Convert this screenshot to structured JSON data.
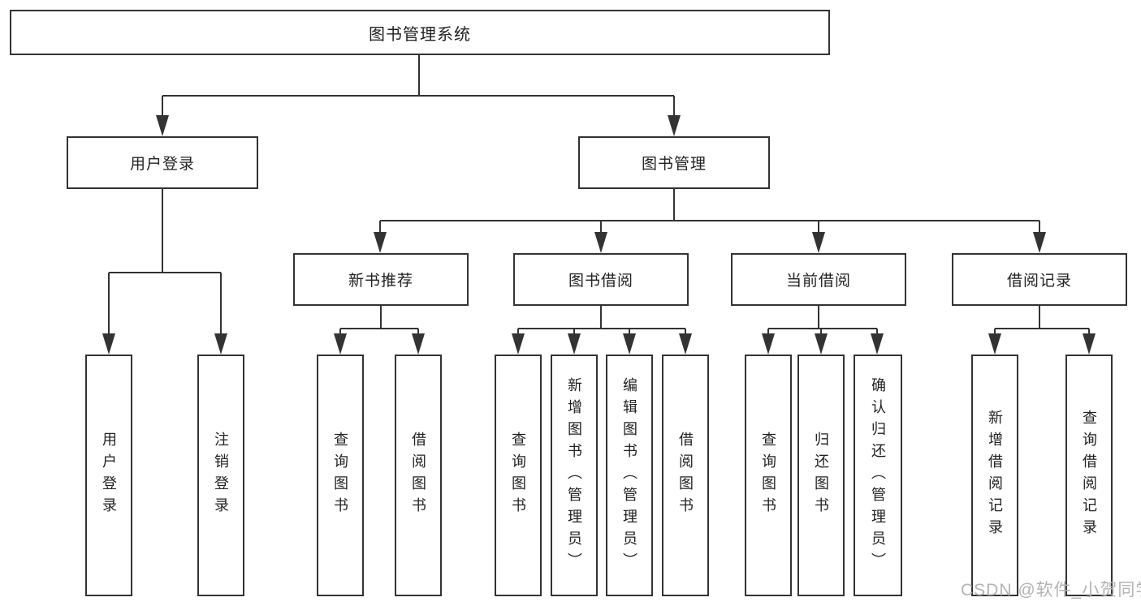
{
  "diagram": {
    "root": {
      "label": "图书管理系统"
    },
    "level2": {
      "user_login": {
        "label": "用户登录"
      },
      "book_management": {
        "label": "图书管理"
      }
    },
    "level3": {
      "new_book_recommend": {
        "label": "新书推荐"
      },
      "book_borrowing": {
        "label": "图书借阅"
      },
      "current_borrowing": {
        "label": "当前借阅"
      },
      "borrowing_records": {
        "label": "借阅记录"
      }
    },
    "level4": {
      "user_login": [
        "用户登录",
        "注销登录"
      ],
      "new_book_recommend": [
        "查询图书",
        "借阅图书"
      ],
      "book_borrowing": [
        "查询图书",
        "新增图书（管理员）",
        "编辑图书（管理员）",
        "借阅图书"
      ],
      "current_borrowing": [
        "查询图书",
        "归还图书",
        "确认归还（管理员）"
      ],
      "borrowing_records": [
        "新增借阅记录",
        "查询借阅记录"
      ]
    },
    "watermark": "CSDN @软件_小贺同学",
    "colors": {
      "line": "#333333",
      "text": "#222222",
      "watermark_text": "#b3b3b3",
      "background": "#ffffff"
    }
  }
}
